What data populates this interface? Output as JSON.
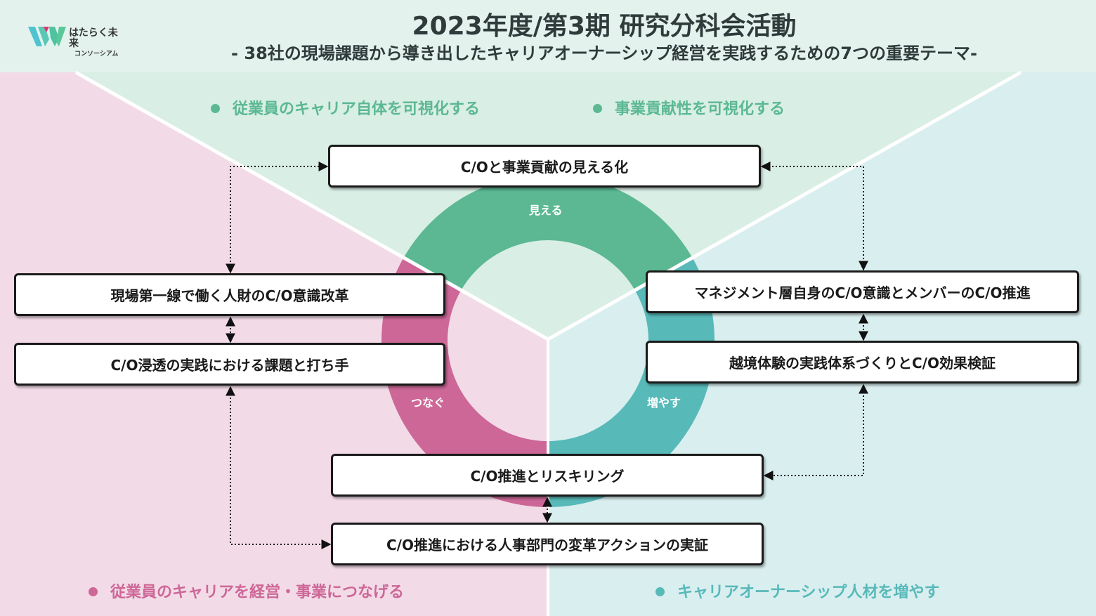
{
  "header": {
    "title": "2023年度/第3期 研究分科会活動",
    "subtitle": "- 38社の現場課題から導き出したキャリアオーナーシップ経営を実践するための7つの重要テーマ-",
    "logo_text": "はたらく未来",
    "logo_subtext": "コンソーシアム"
  },
  "colors": {
    "green": "#5bb893",
    "pink": "#cd6797",
    "teal": "#58b9b9",
    "bg_green": "#d9eee5",
    "bg_pink": "#f2dbe7",
    "bg_teal": "#d9eeef"
  },
  "categories": {
    "top_left": "従業員のキャリア自体を可視化する",
    "top_right": "事業貢献性を可視化する",
    "bottom_left": "従業員のキャリアを経営・事業につなげる",
    "bottom_right": "キャリアオーナーシップ人材を増やす"
  },
  "ring": {
    "see": "見える",
    "connect": "つなぐ",
    "increase": "増やす"
  },
  "themes": {
    "top": "C/Oと事業貢献の見える化",
    "left1": "現場第一線で働く人財のC/O意識改革",
    "left2": "C/O浸透の実践における課題と打ち手",
    "right1": "マネジメント層自身のC/O意識とメンバーのC/O推進",
    "right2": "越境体験の実践体系づくりとC/O効果検証",
    "bottom1": "C/O推進とリスキリング",
    "bottom2": "C/O推進における人事部門の変革アクションの実証"
  }
}
